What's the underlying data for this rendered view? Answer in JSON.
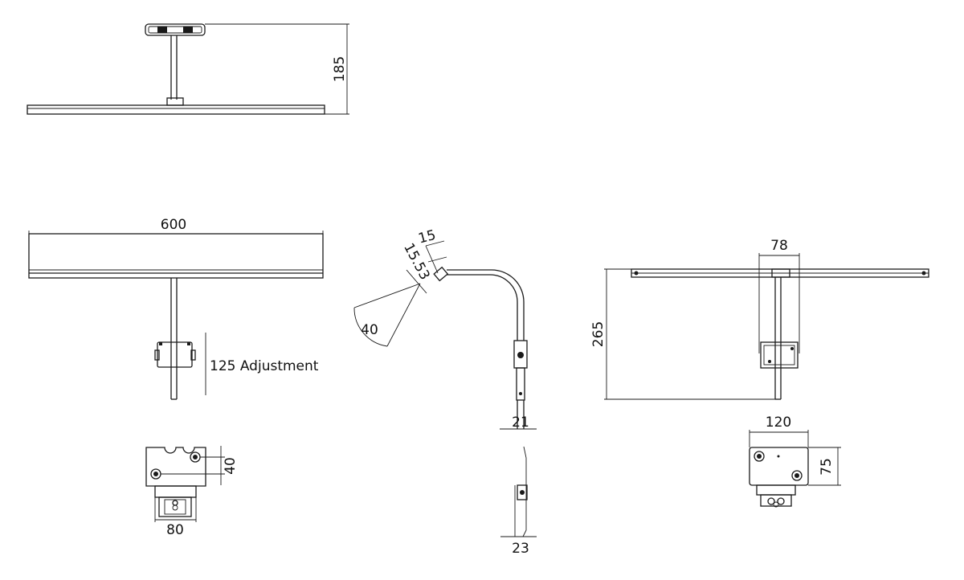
{
  "dimensions": {
    "side_height": "185",
    "bar_width": "600",
    "adjustment": "125 Adjustment",
    "clip_height": "40",
    "clip_width": "80",
    "head_offset": "15",
    "head_size": "15.53",
    "tilt_angle": "40",
    "arm_depth": "21",
    "base_depth": "23",
    "bracket_width": "78",
    "overall_height": "265",
    "plate_width": "120",
    "plate_height": "75"
  }
}
